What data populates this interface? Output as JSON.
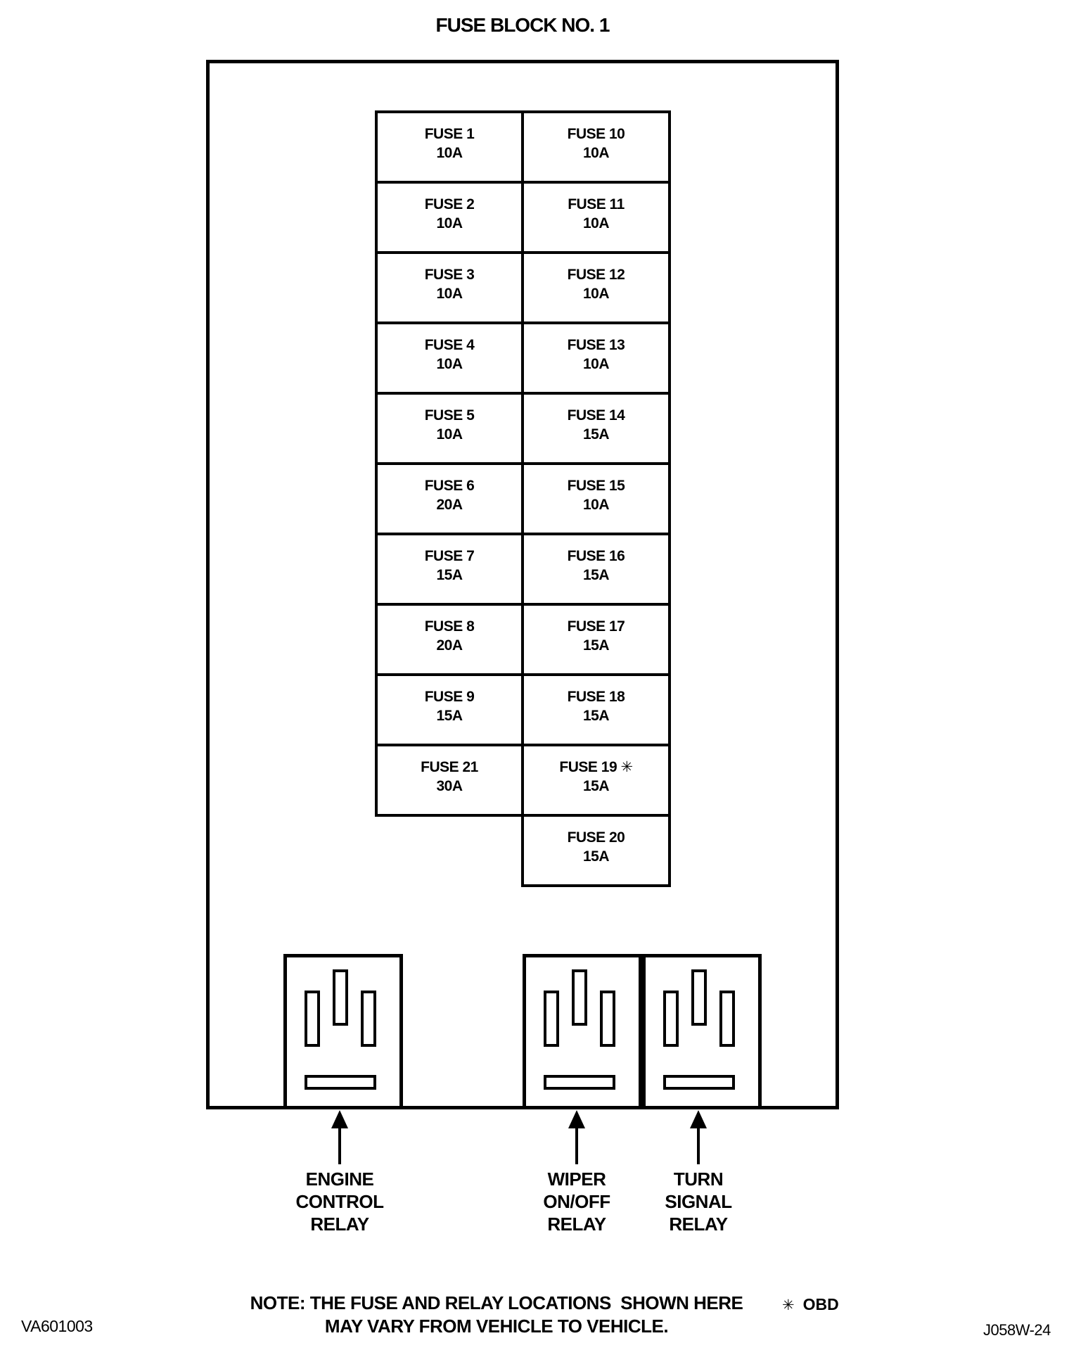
{
  "title": "FUSE BLOCK NO. 1",
  "fuse_columns": {
    "left": [
      {
        "name": "FUSE 1",
        "amp": "10A"
      },
      {
        "name": "FUSE 2",
        "amp": "10A"
      },
      {
        "name": "FUSE 3",
        "amp": "10A"
      },
      {
        "name": "FUSE 4",
        "amp": "10A"
      },
      {
        "name": "FUSE 5",
        "amp": "10A"
      },
      {
        "name": "FUSE 6",
        "amp": "20A"
      },
      {
        "name": "FUSE 7",
        "amp": "15A"
      },
      {
        "name": "FUSE 8",
        "amp": "20A"
      },
      {
        "name": "FUSE 9",
        "amp": "15A"
      },
      {
        "name": "FUSE 21",
        "amp": "30A"
      }
    ],
    "right": [
      {
        "name": "FUSE 10",
        "amp": "10A"
      },
      {
        "name": "FUSE 11",
        "amp": "10A"
      },
      {
        "name": "FUSE 12",
        "amp": "10A"
      },
      {
        "name": "FUSE 13",
        "amp": "10A"
      },
      {
        "name": "FUSE 14",
        "amp": "15A"
      },
      {
        "name": "FUSE 15",
        "amp": "10A"
      },
      {
        "name": "FUSE 16",
        "amp": "15A"
      },
      {
        "name": "FUSE 17",
        "amp": "15A"
      },
      {
        "name": "FUSE 18",
        "amp": "15A"
      },
      {
        "name": "FUSE 19 ✳",
        "amp": "15A"
      },
      {
        "name": "FUSE 20",
        "amp": "15A"
      }
    ]
  },
  "relays": [
    {
      "lines": [
        "ENGINE",
        "CONTROL",
        "RELAY"
      ]
    },
    {
      "lines": [
        "WIPER",
        "ON/OFF",
        "RELAY"
      ]
    },
    {
      "lines": [
        "TURN",
        "SIGNAL",
        "RELAY"
      ]
    }
  ],
  "note": {
    "line1": "NOTE: THE FUSE AND RELAY LOCATIONS  SHOWN HERE",
    "line2": "MAY VARY FROM VEHICLE TO VEHICLE."
  },
  "legend": {
    "symbol": "✳",
    "text": "OBD"
  },
  "footer": {
    "left_code": "VA601003",
    "right_code": "J058W-24"
  },
  "colors": {
    "ink": "#000000",
    "background": "#ffffff"
  }
}
